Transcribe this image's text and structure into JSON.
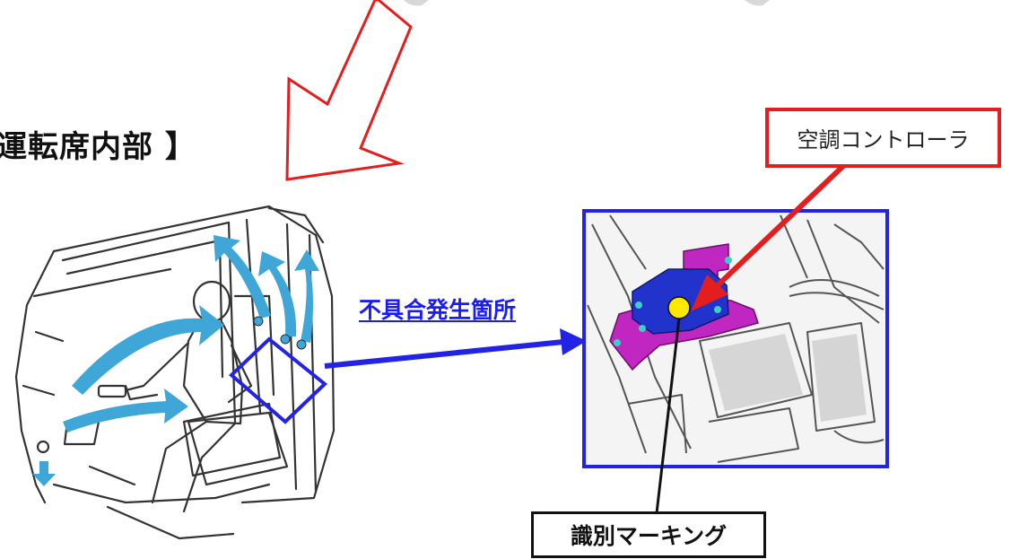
{
  "title": "運転席内部 】",
  "defect_location_label": "不具合発生箇所",
  "callouts": {
    "air_conditioner_controller": "空調コントローラ",
    "identification_marking": "識別マーキング"
  },
  "colors": {
    "highlight_blue": "#2323e6",
    "callout_red": "#e41e1e",
    "airflow_arrow": "#3fa6d8",
    "controller_body": "#2233cc",
    "bracket_magenta": "#c026c0",
    "marking_yellow": "#ffe800"
  }
}
